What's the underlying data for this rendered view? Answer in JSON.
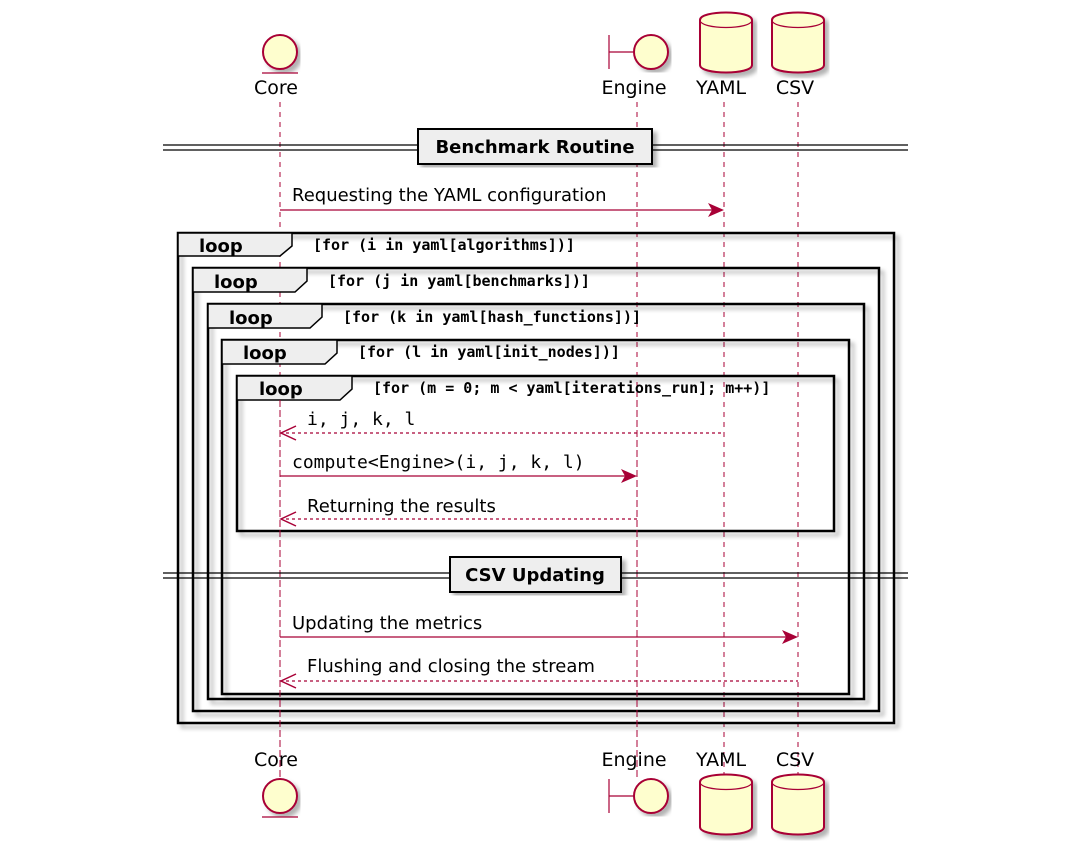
{
  "participants": [
    {
      "id": "core",
      "name": "Core",
      "kind": "entity"
    },
    {
      "id": "engine",
      "name": "Engine",
      "kind": "boundary"
    },
    {
      "id": "yaml",
      "name": "YAML",
      "kind": "database"
    },
    {
      "id": "csv",
      "name": "CSV",
      "kind": "database"
    }
  ],
  "dividers": {
    "benchmark": "Benchmark Routine",
    "csv": "CSV Updating"
  },
  "loops": [
    {
      "label": "loop",
      "condition": "[for (i in yaml[algorithms])]"
    },
    {
      "label": "loop",
      "condition": "[for (j in yaml[benchmarks])]"
    },
    {
      "label": "loop",
      "condition": "[for (k in yaml[hash_functions])]"
    },
    {
      "label": "loop",
      "condition": "[for (l in yaml[init_nodes])]"
    },
    {
      "label": "loop",
      "condition": "[for (m = 0; m < yaml[iterations_run]; m++)]"
    }
  ],
  "messages": {
    "request_yaml": "Requesting the YAML configuration",
    "ijkl": "i, j, k, l",
    "compute": "compute<Engine>(i, j, k, l)",
    "returning": "Returning the results",
    "updating": "Updating the metrics",
    "flushing": "Flushing and closing the stream"
  },
  "colors": {
    "border": "#A80036",
    "fill": "#FEFECE",
    "frame_bg": "#EEEEEE"
  }
}
